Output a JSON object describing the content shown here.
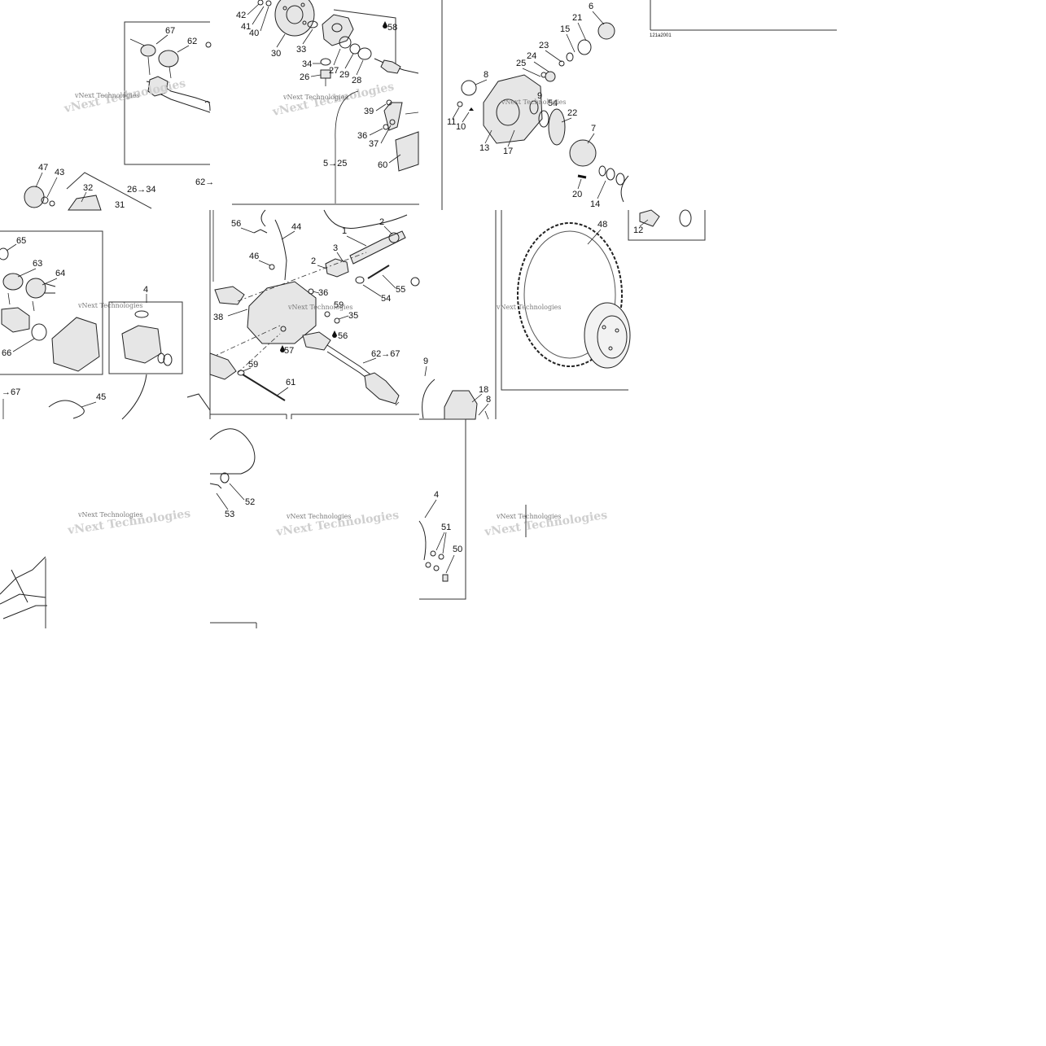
{
  "diagram": {
    "drawing_code": "121a2001",
    "watermark": "vNext Technologies",
    "callouts": {
      "c42": "42",
      "c41": "41",
      "c40": "40",
      "c30": "30",
      "c33": "33",
      "c58": "58",
      "c34": "34",
      "c26": "26",
      "c27": "27",
      "c29": "29",
      "c28": "28",
      "c39": "39",
      "c36a": "36",
      "c37": "37",
      "c60": "60",
      "c5to25": "5→25",
      "c67a": "67",
      "c62a": "62",
      "c62b": "62→",
      "c47": "47",
      "c43": "43",
      "c32": "32",
      "c26to34": "26→34",
      "c31": "31",
      "c6": "6",
      "c21": "21",
      "c15": "15",
      "c23": "23",
      "c24": "24",
      "c25": "25",
      "c8a": "8",
      "c9a": "9",
      "c54a": "54",
      "c11": "11",
      "c10": "10",
      "c13": "13",
      "c17": "17",
      "c22": "22",
      "c7": "7",
      "c20": "20",
      "c14": "14",
      "c12": "12",
      "c65": "65",
      "c63": "63",
      "c64": "64",
      "c66": "66",
      "c4a": "4",
      "c67b": "→67",
      "c45": "45",
      "c56a": "56",
      "c44": "44",
      "c1": "1",
      "c2a": "2",
      "c3": "3",
      "c2b": "2",
      "c46": "46",
      "c55": "55",
      "c54b": "54",
      "c36b": "36",
      "c38": "38",
      "c59a": "59",
      "c35": "35",
      "c56b": "56",
      "c57": "57",
      "c62to67": "62→67",
      "c59b": "59",
      "c61": "61",
      "c9b": "9",
      "c18": "18",
      "c8b": "8",
      "c48": "48",
      "c52": "52",
      "c53": "53",
      "c4b": "4",
      "c51": "51",
      "c50": "50"
    }
  }
}
